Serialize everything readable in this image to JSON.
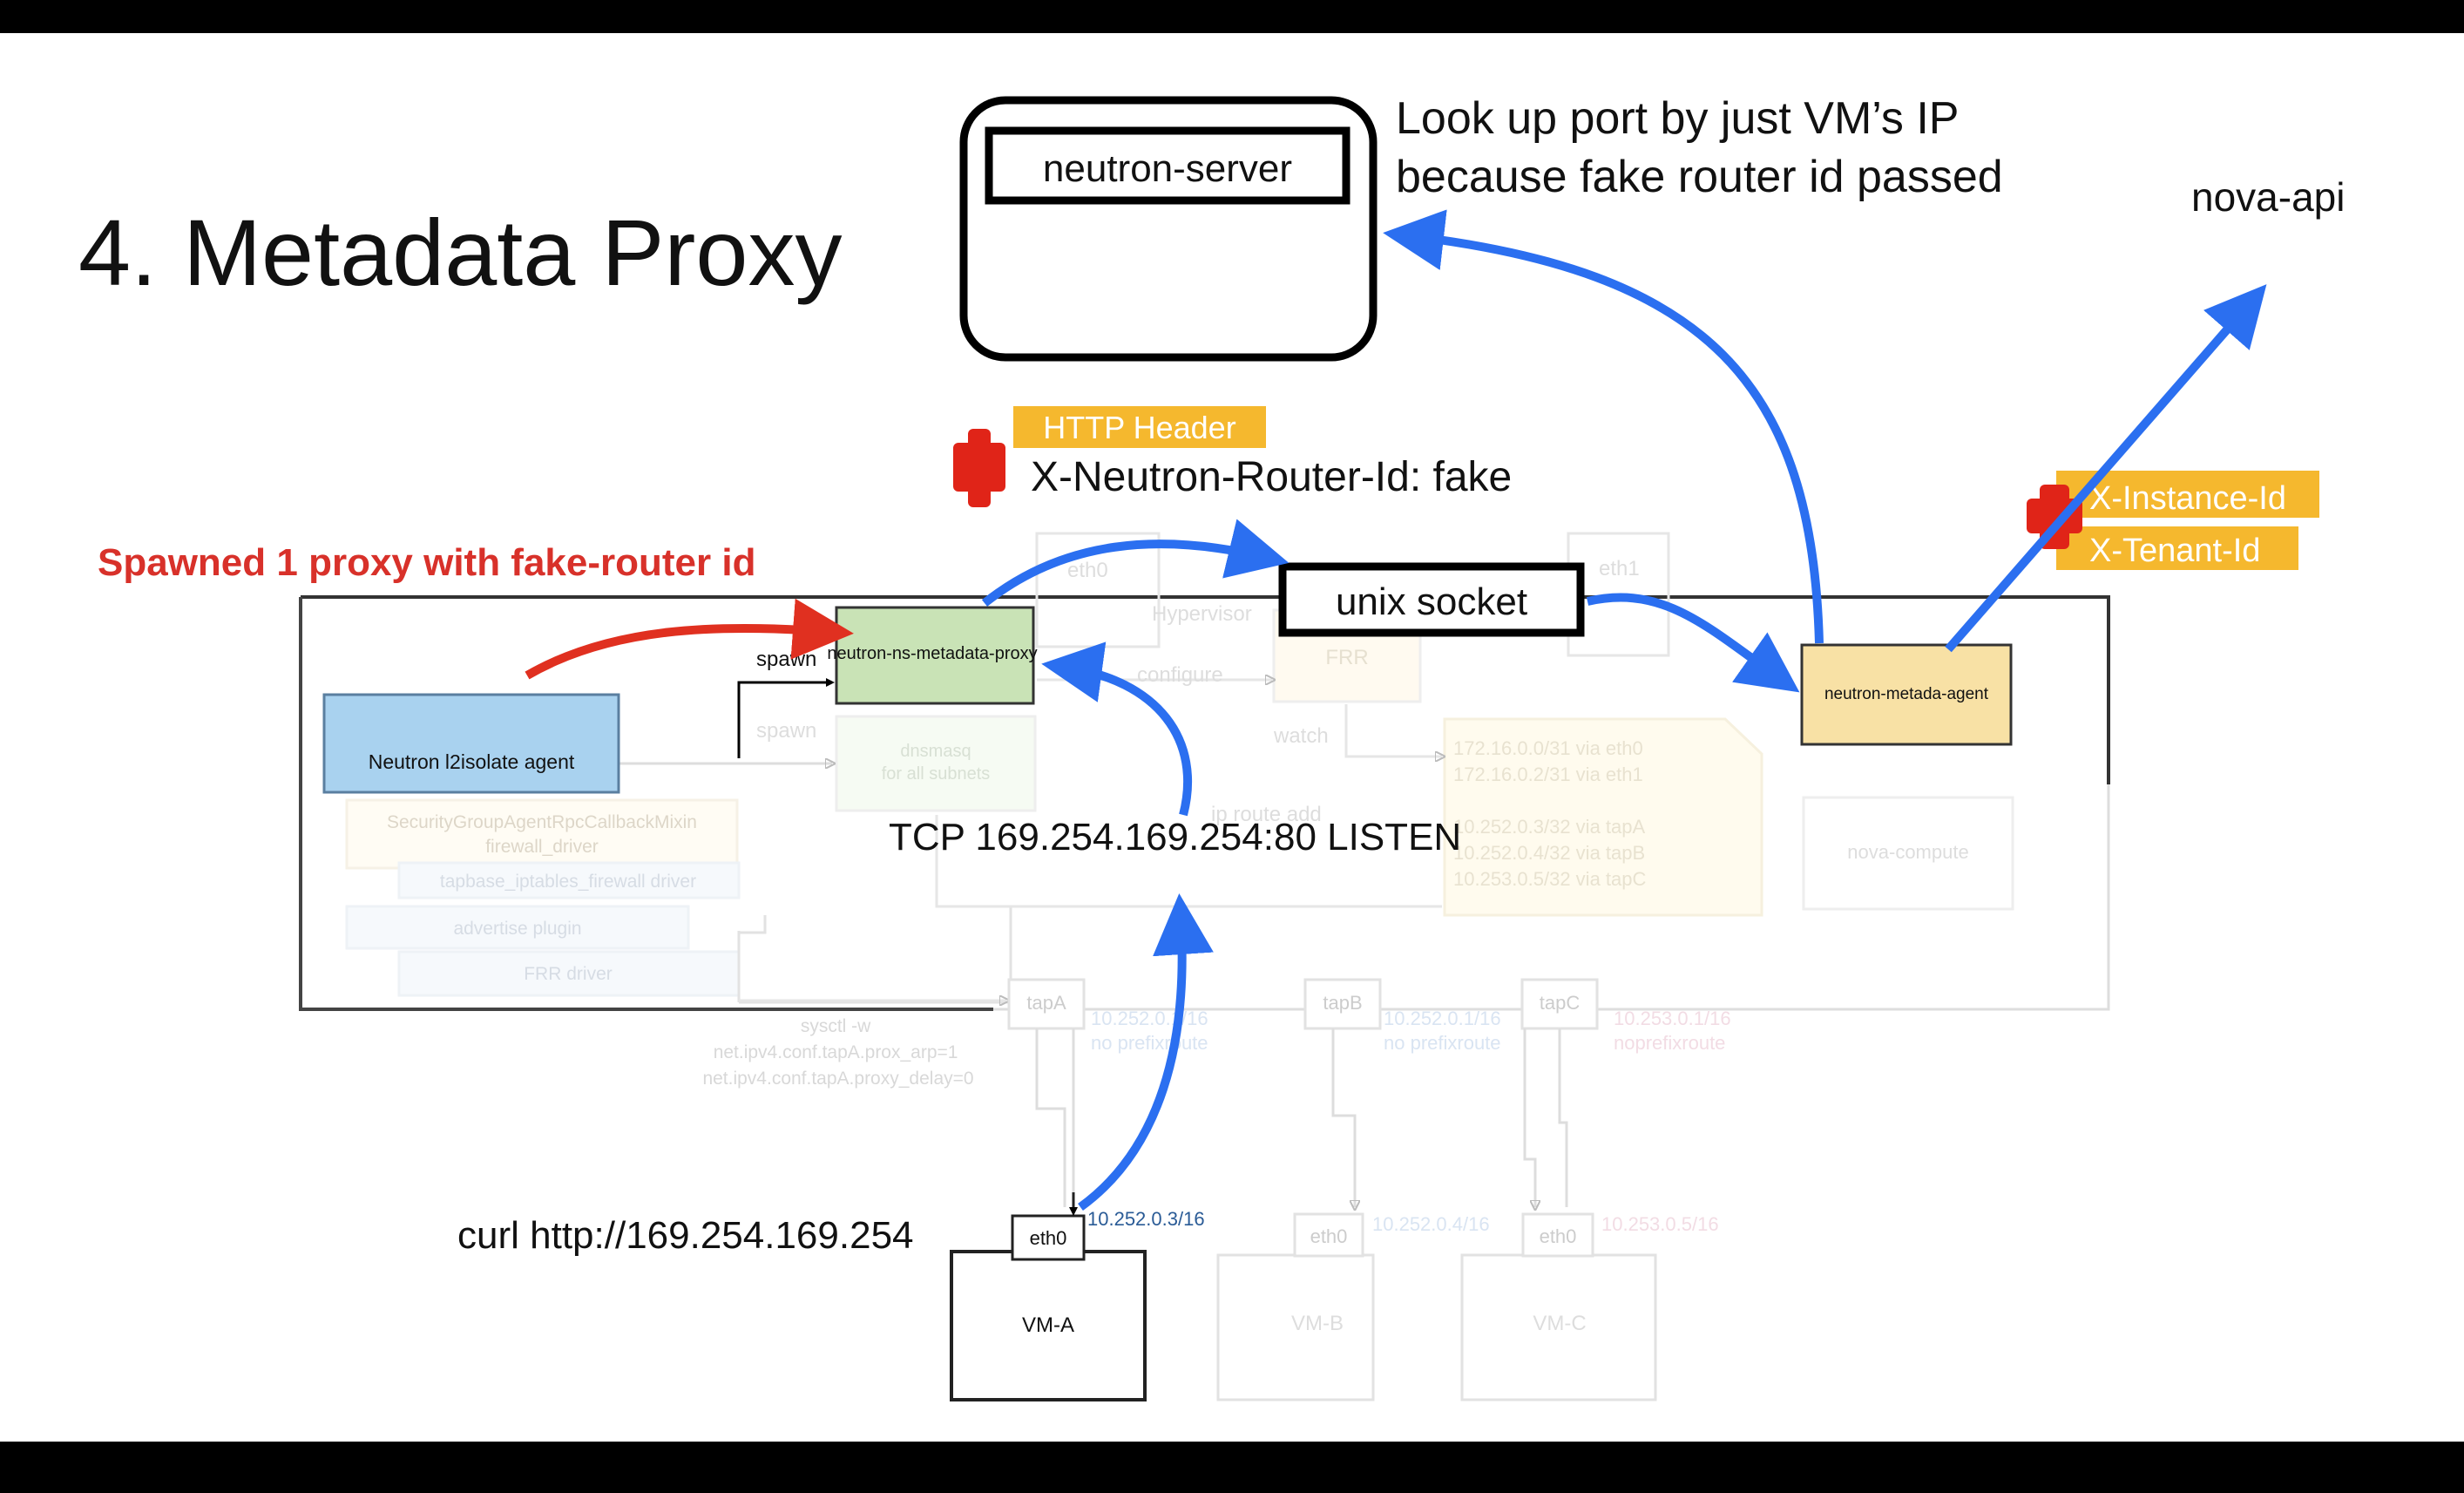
{
  "slide": {
    "title": "4. Metadata Proxy",
    "spawn_note": "Spawned 1 proxy with fake-router id",
    "lookup_note": [
      "Look up port by just VM’s IP",
      "because fake router id passed"
    ],
    "nova_api": "nova-api",
    "tcp_listen": "TCP 169.254.169.254:80 LISTEN",
    "curl": "curl http://169.254.169.254"
  },
  "boxes": {
    "neutron_server": "neutron-server",
    "unix_socket": "unix socket",
    "ns_metadata_proxy": "neutron-ns-metadata-proxy",
    "metadata_agent": "neutron-metada-agent",
    "l2isolate_agent": "Neutron  l2isolate agent",
    "nova_compute": "nova-compute",
    "frr": "FRR",
    "dnsmasq": [
      "dnsmasq",
      "for all subnets"
    ]
  },
  "headers": {
    "http_header_tag": "HTTP Header",
    "router_id": "X-Neutron-Router-Id: fake",
    "instance_id": "X-Instance-Id",
    "tenant_id": "X-Tenant-Id"
  },
  "faded": {
    "sg_mixin": [
      "SecurityGroupAgentRpcCallbackMixin",
      "firewall_driver"
    ],
    "tapbase_driver": "tapbase_iptables_firewall driver",
    "advertise_plugin": "advertise plugin",
    "frr_driver": "FRR driver",
    "spawn": "spawn",
    "configure": "configure",
    "watch": "watch",
    "hypervisor": "Hypervisor",
    "ip_route_add": "ip route add",
    "eth0_top": "eth0",
    "eth1_top": "eth1",
    "routes": [
      "172.16.0.0/31 via eth0",
      "172.16.0.2/31 via eth1",
      "",
      "10.252.0.3/32 via tapA",
      "10.252.0.4/32 via tapB",
      "10.253.0.5/32 via tapC"
    ],
    "sysctl": [
      "sysctl -w",
      "net.ipv4.conf.tapA.prox_arp=1",
      "net.ipv4.conf.tapA.proxy_delay=0"
    ],
    "tapA": "tapA",
    "tapB": "tapB",
    "tapC": "tapC",
    "tapA_ip": [
      "10.252.0.1/16",
      "no prefixroute"
    ],
    "tapB_ip": [
      "10.252.0.1/16",
      "no prefixroute"
    ],
    "tapC_ip": [
      "10.253.0.1/16",
      "noprefixroute"
    ],
    "vmB": "VM-B",
    "vmC": "VM-C",
    "vmB_eth": "eth0",
    "vmC_eth": "eth0",
    "vmB_ip": "10.252.0.4/16",
    "vmC_ip": "10.253.0.5/16"
  },
  "vm_a": {
    "name": "VM-A",
    "eth": "eth0",
    "ip": "10.252.0.3/16"
  },
  "colors": {
    "flow_arrow": "#2b6ff0",
    "spawn_arrow": "#e03020",
    "header_tag": "#f5b82e",
    "warning_red": "#e02418"
  }
}
